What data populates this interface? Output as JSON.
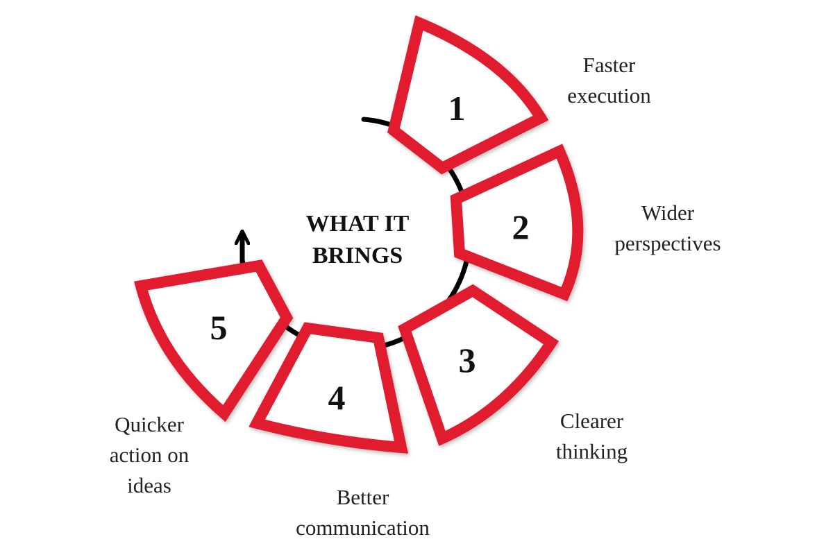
{
  "diagram": {
    "title_lines": [
      "WHAT IT",
      "BRINGS"
    ],
    "colors": {
      "segment_fill": "#ffffff",
      "segment_border": "#e11f2e",
      "arc": "#000000",
      "text": "#111111"
    },
    "segments": [
      {
        "number": "1",
        "label_lines": [
          "Faster",
          "execution"
        ]
      },
      {
        "number": "2",
        "label_lines": [
          "Wider",
          "perspectives"
        ]
      },
      {
        "number": "3",
        "label_lines": [
          "Clearer",
          "thinking"
        ]
      },
      {
        "number": "4",
        "label_lines": [
          "Better",
          "communication"
        ]
      },
      {
        "number": "5",
        "label_lines": [
          "Quicker",
          "action on",
          "ideas"
        ]
      }
    ]
  }
}
